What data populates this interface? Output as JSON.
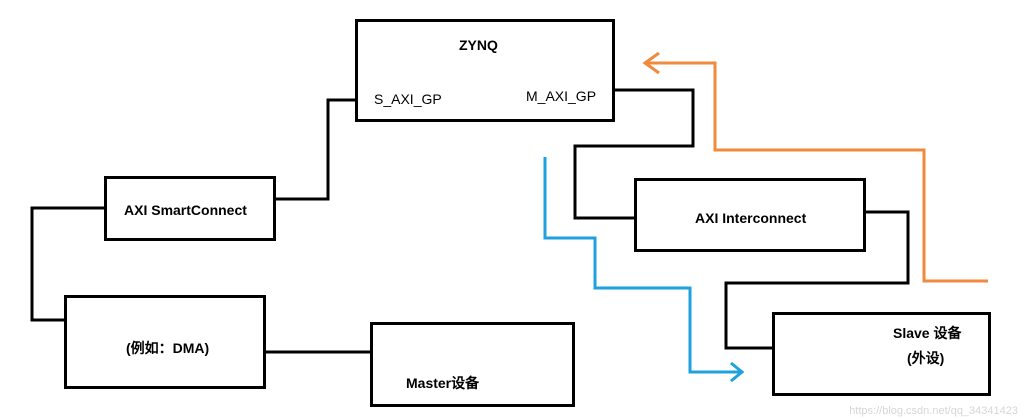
{
  "nodes": {
    "zynq": {
      "title": "ZYNQ",
      "port_slave": "S_AXI_GP",
      "port_master": "M_AXI_GP"
    },
    "smartconnect": {
      "label": "AXI SmartConnect"
    },
    "dma": {
      "label": "(例如：DMA)"
    },
    "master_device": {
      "label": "Master设备"
    },
    "interconnect": {
      "label": "AXI Interconnect"
    },
    "slave_device": {
      "label_line1": "Slave 设备",
      "label_line2": "(外设)"
    }
  },
  "colors": {
    "wire": "#000000",
    "flow_orange": "#f08a3c",
    "flow_blue": "#1ea1dc"
  },
  "watermark": "https://blog.csdn.net/qq_34341423"
}
